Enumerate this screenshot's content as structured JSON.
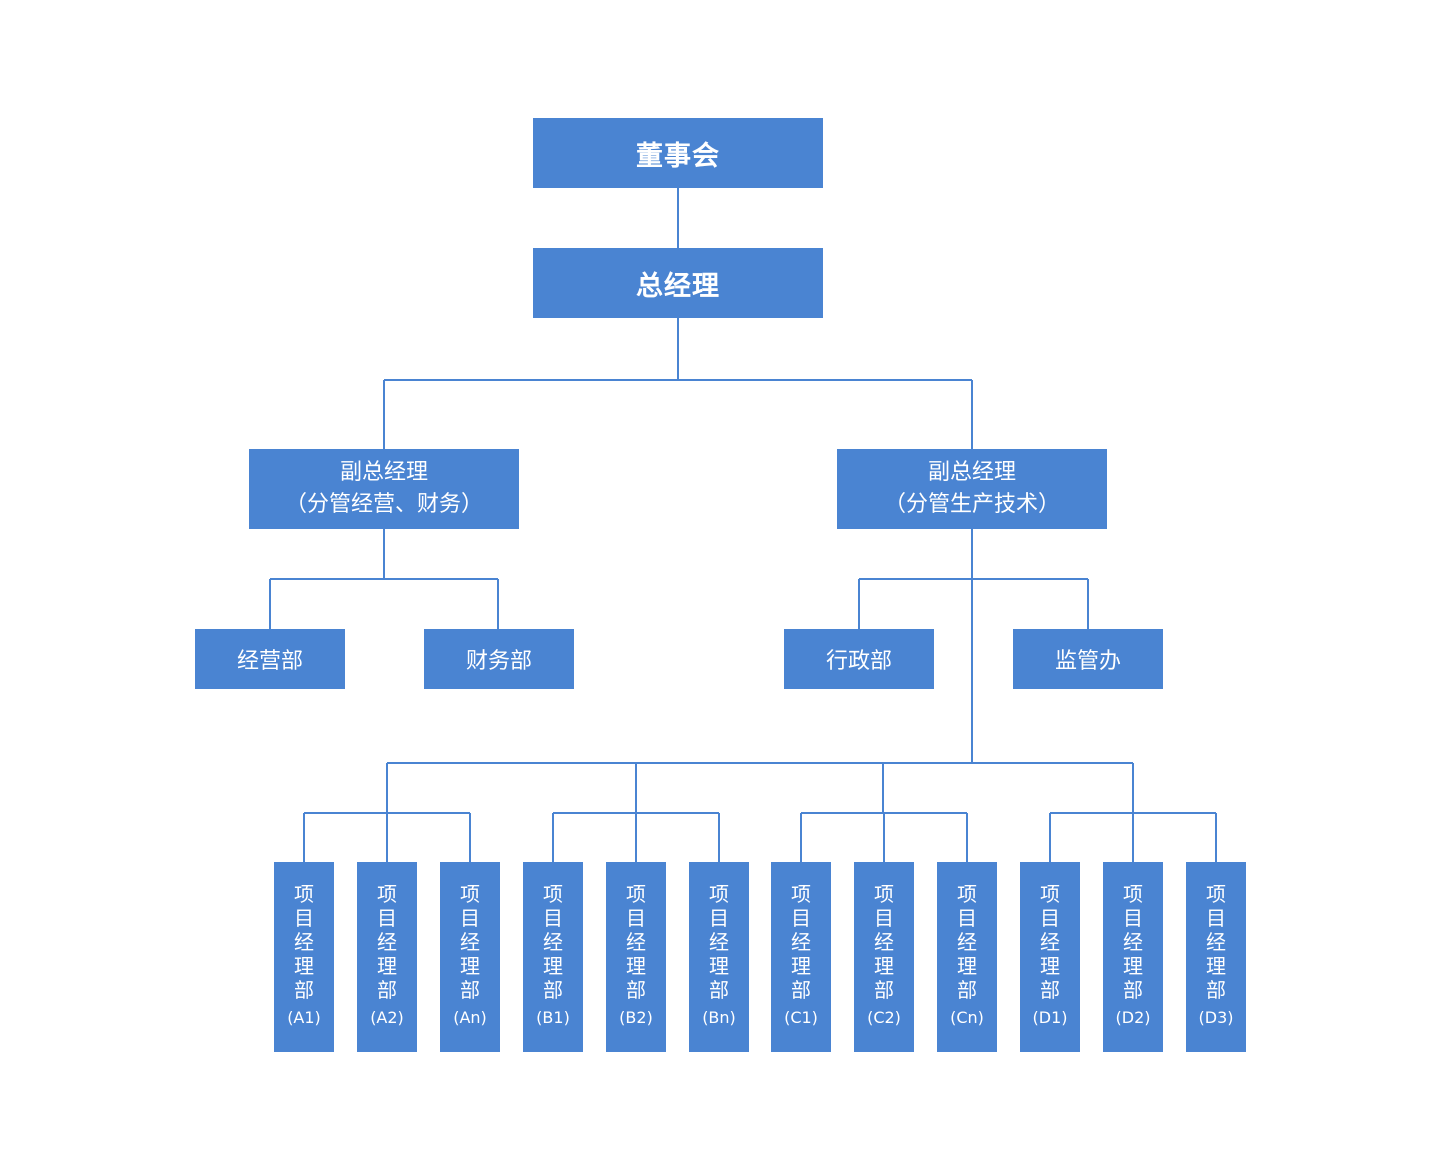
{
  "board": "董事会",
  "gm": "总经理",
  "vp_left": {
    "line1": "副总经理",
    "line2": "（分管经营、财务）"
  },
  "vp_right": {
    "line1": "副总经理",
    "line2": "（分管生产技术）"
  },
  "departments": {
    "business": "经营部",
    "finance": "财务部",
    "admin": "行政部",
    "supervision": "监管办"
  },
  "project_dept_chars": [
    "项",
    "目",
    "经",
    "理",
    "部"
  ],
  "project_codes": [
    "(A1)",
    "(A2)",
    "(An)",
    "(B1)",
    "(B2)",
    "(Bn)",
    "(C1)",
    "(C2)",
    "(Cn)",
    "(D1)",
    "(D2)",
    "(D3)"
  ],
  "colors": {
    "node": "#4a84d2",
    "line": "#4a84d2",
    "text": "#ffffff"
  }
}
